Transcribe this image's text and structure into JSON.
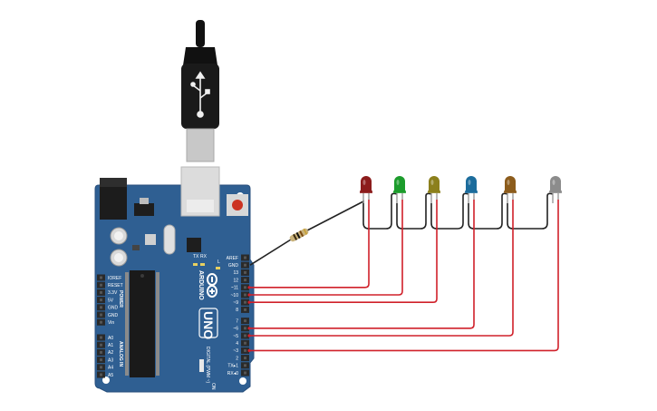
{
  "board": {
    "brand": "ARDUINO",
    "model": "UNO",
    "digital_header_label": "DIGITAL (PWM ~)",
    "power_header_label": "POWER",
    "analog_header_label": "ANALOG IN",
    "on_label": "ON",
    "tx_label": "TX",
    "rx_label": "RX",
    "l_label": "L",
    "digital_pins": [
      "AREF",
      "GND",
      "13",
      "12",
      "~11",
      "~10",
      "~9",
      "8",
      "7",
      "~6",
      "~5",
      "4",
      "~3",
      "2",
      "TX▸1",
      "RX◂0"
    ],
    "power_pins": [
      "IOREF",
      "RESET",
      "3.3V",
      "5V",
      "GND",
      "GND",
      "Vin"
    ],
    "analog_pins": [
      "A0",
      "A1",
      "A2",
      "A3",
      "A4",
      "A5"
    ]
  },
  "leds": [
    {
      "color": "#8c1c1c",
      "pin": "~11"
    },
    {
      "color": "#1c9c2c",
      "pin": "~10"
    },
    {
      "color": "#8c801c",
      "pin": "~9"
    },
    {
      "color": "#1c6c9c",
      "pin": "~6"
    },
    {
      "color": "#8c5c1c",
      "pin": "~5"
    },
    {
      "color": "#8c8c8c",
      "pin": "~3"
    }
  ],
  "colors": {
    "board": "#2f5f92",
    "signal_wire": "#d0202a",
    "ground_wire": "#222222",
    "header": "#2a2a2a"
  }
}
